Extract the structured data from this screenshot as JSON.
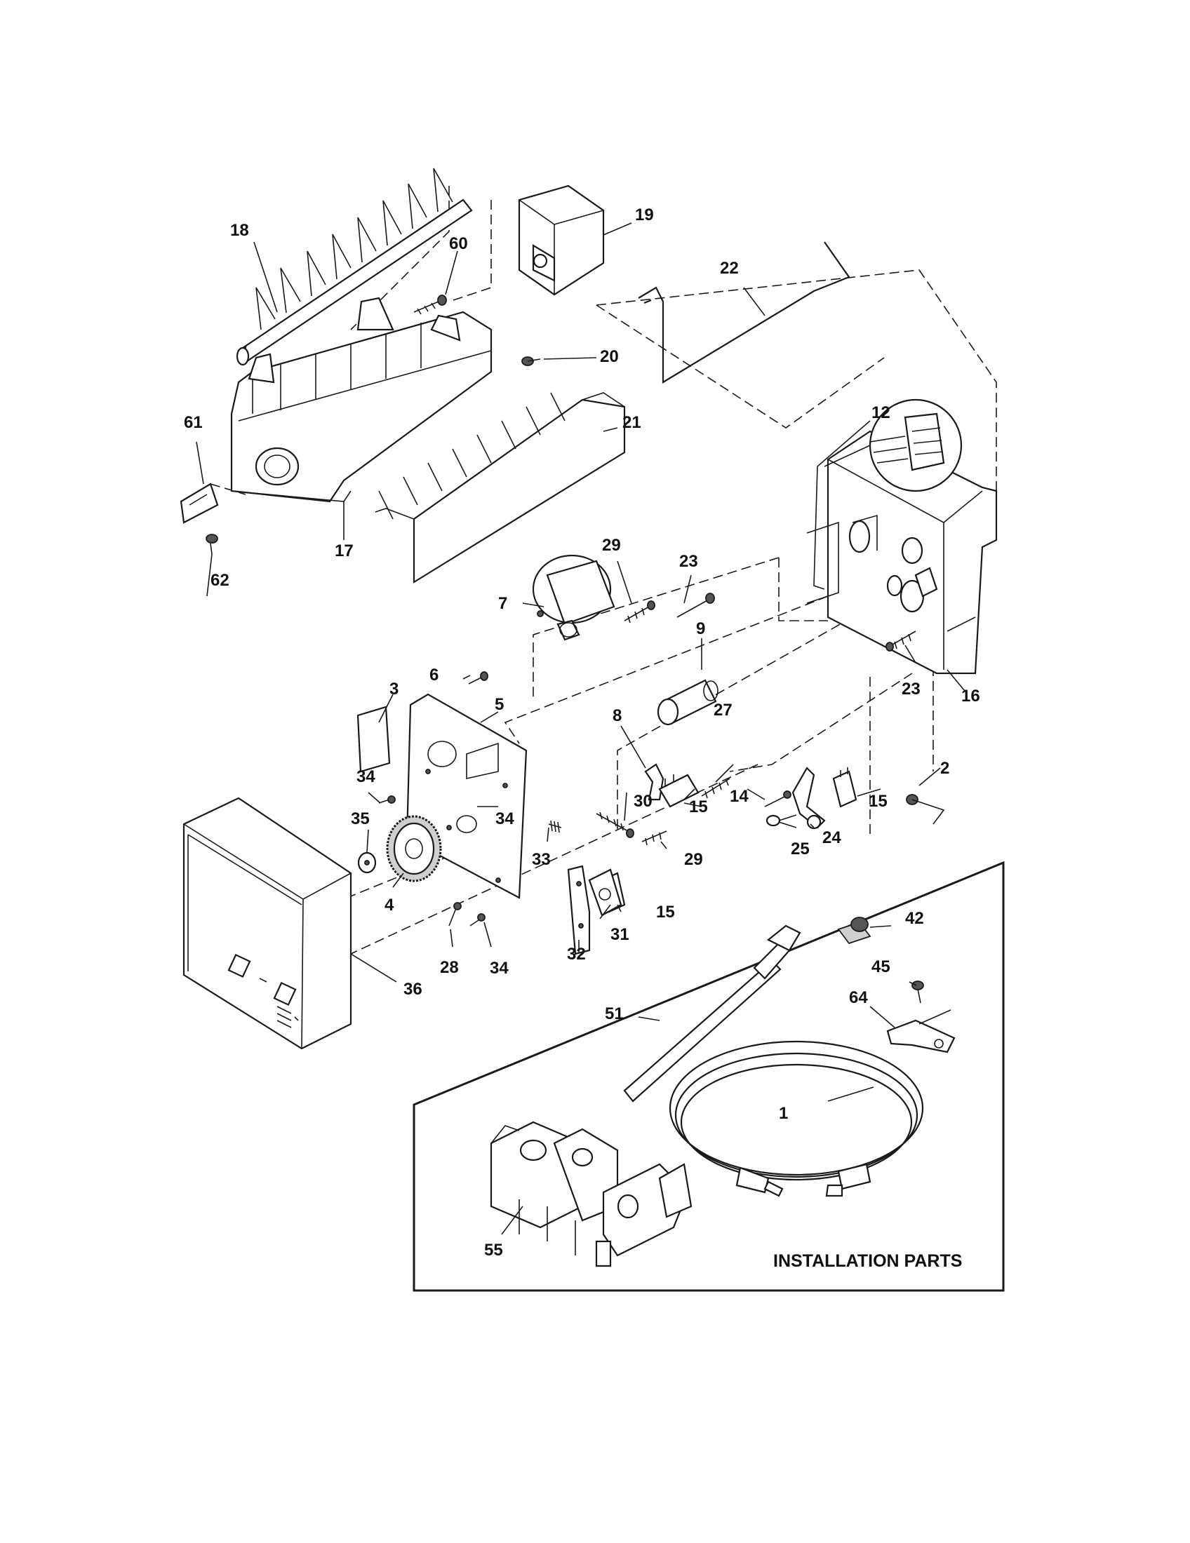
{
  "labels": {
    "p1": "1",
    "p2": "2",
    "p3": "3",
    "p4": "4",
    "p5": "5",
    "p6": "6",
    "p7": "7",
    "p8": "8",
    "p9": "9",
    "p12": "12",
    "p14": "14",
    "p15a": "15",
    "p15b": "15",
    "p15c": "15",
    "p16": "16",
    "p17": "17",
    "p18": "18",
    "p19": "19",
    "p20": "20",
    "p21": "21",
    "p22": "22",
    "p23a": "23",
    "p23b": "23",
    "p24": "24",
    "p25": "25",
    "p27": "27",
    "p28": "28",
    "p29a": "29",
    "p29b": "29",
    "p30": "30",
    "p31": "31",
    "p32": "32",
    "p33": "33",
    "p34a": "34",
    "p34b": "34",
    "p34c": "34",
    "p35": "35",
    "p36": "36",
    "p42": "42",
    "p45": "45",
    "p51": "51",
    "p55": "55",
    "p60": "60",
    "p61": "61",
    "p62": "62",
    "p64": "64"
  },
  "installation_caption": "INSTALLATION PARTS"
}
